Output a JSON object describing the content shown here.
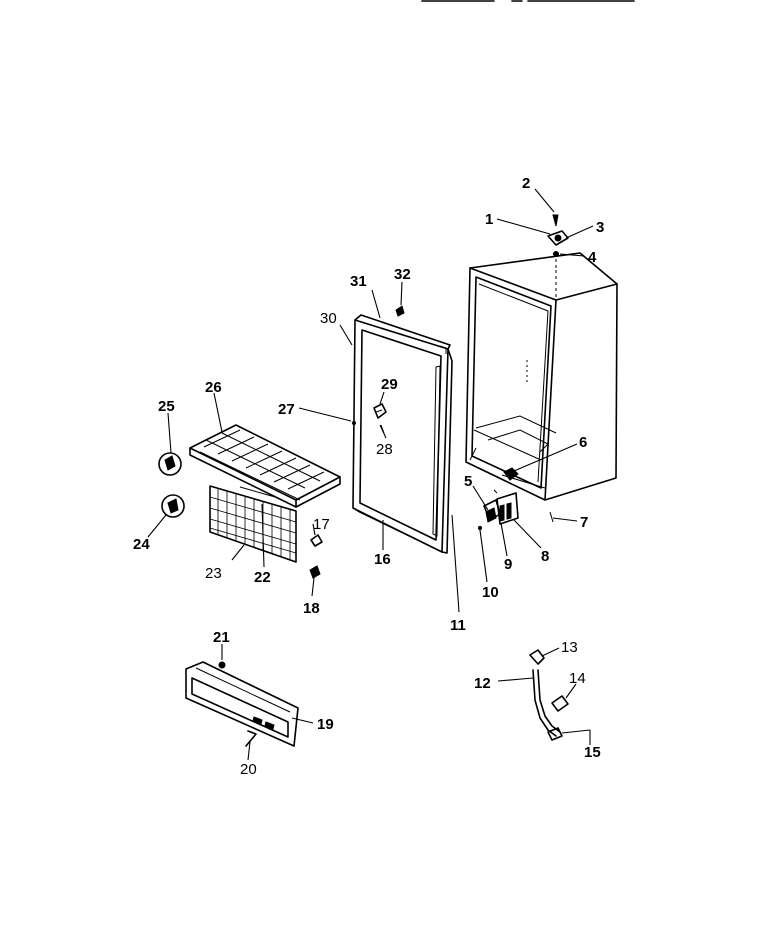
{
  "diagram": {
    "callouts": {
      "c1": "1",
      "c2": "2",
      "c3": "3",
      "c4": "4",
      "c5": "5",
      "c6": "6",
      "c7": "7",
      "c8": "8",
      "c9": "9",
      "c10": "10",
      "c11": "11",
      "c12": "12",
      "c13": "13",
      "c14": "14",
      "c15": "15",
      "c16": "16",
      "c17": "17",
      "c18": "18",
      "c19": "19",
      "c20": "20",
      "c21": "21",
      "c22": "22",
      "c23": "23",
      "c24": "24",
      "c25": "25",
      "c26": "26",
      "c27": "27",
      "c28": "28",
      "c29": "29",
      "c30": "30",
      "c31": "31",
      "c32": "32"
    }
  }
}
